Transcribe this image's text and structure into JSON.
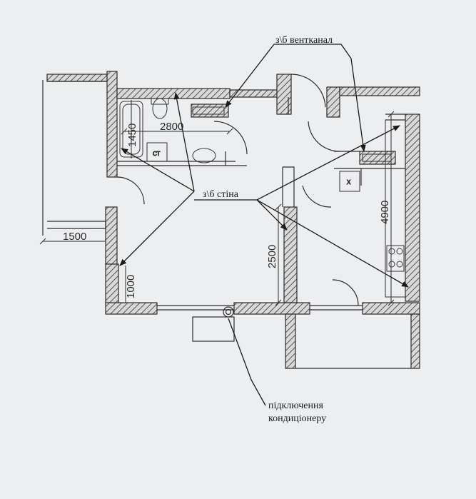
{
  "labels": {
    "vent_duct": "з\\б вентканал",
    "concrete_wall": "з\\б стіна",
    "ac_connection_line1": "підключення",
    "ac_connection_line2": "кондиціонеру"
  },
  "dimensions": {
    "d2800": "2800",
    "d1450": "1450",
    "d1500": "1500",
    "d1000": "1000",
    "d2500": "2500",
    "d4900": "4900"
  },
  "fixtures": {
    "toilet_tag": "СТ",
    "sink_tag": "Х"
  },
  "colors": {
    "background": "#eceef0",
    "line": "#2c2c2c",
    "hatch_fill": "#bdbdbd"
  }
}
